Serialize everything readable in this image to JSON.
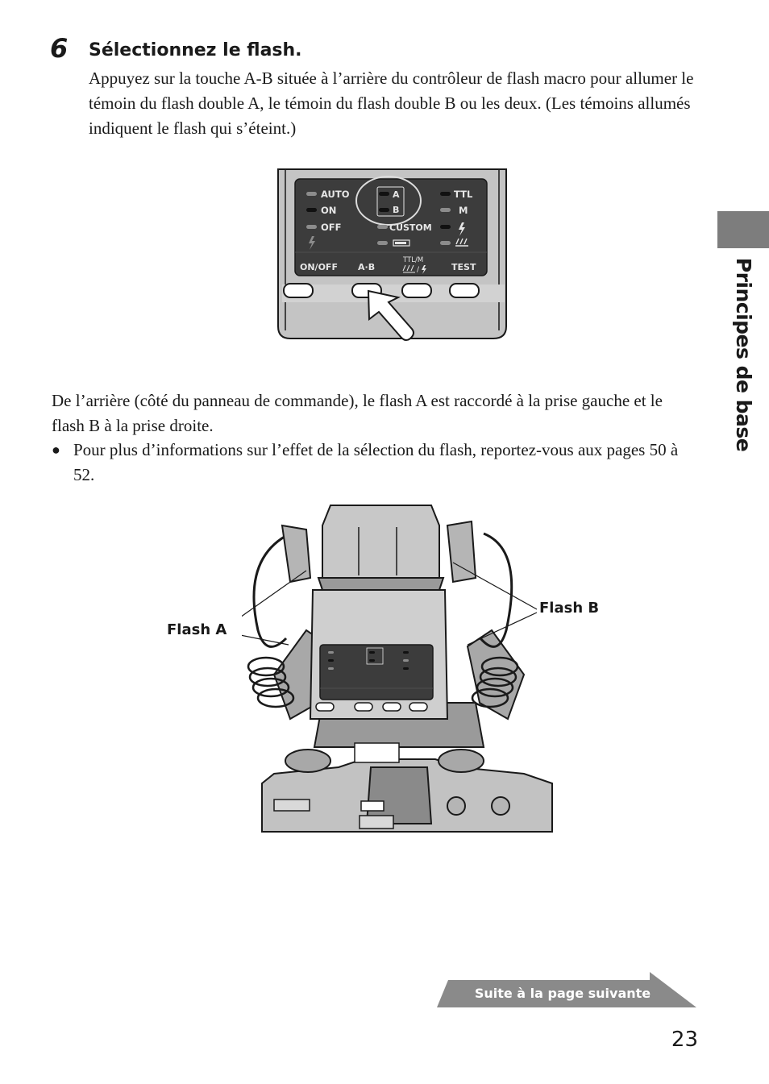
{
  "step": {
    "number": "6",
    "title": "Sélectionnez le flash.",
    "body": "Appuyez sur la touche A-B située à l’arrière du contrôleur de flash macro pour allumer le témoin du flash double A, le témoin du flash double B ou les deux. (Les témoins allumés indiquent le flash qui s’éteint.)"
  },
  "controller_panel": {
    "left_labels": [
      "AUTO",
      "ON",
      "OFF"
    ],
    "center_labels": [
      "A",
      "B",
      "CUSTOM"
    ],
    "right_labels": [
      "TTL",
      "M"
    ],
    "button_labels": [
      "ON/OFF",
      "A·B",
      "TTL/M",
      "TEST"
    ]
  },
  "connection_text": "De l’arrière (côté du panneau de commande), le flash A est raccordé à la prise gauche et le flash B à la prise droite.",
  "bullet": "Pour plus d’informations sur l’effet de la sélection du flash, reportez-vous aux pages 50 à 52.",
  "callouts": {
    "flash_a": "Flash A",
    "flash_b": "Flash B"
  },
  "section_tab": "Principes de base",
  "continue_label": "Suite à la page suivante",
  "page_number": "23",
  "colors": {
    "tab_gray": "#7d7d7d",
    "panel_dark": "#3c3c3c",
    "body_gray": "#b5b5b5",
    "banner_gray": "#8a8a8a"
  }
}
